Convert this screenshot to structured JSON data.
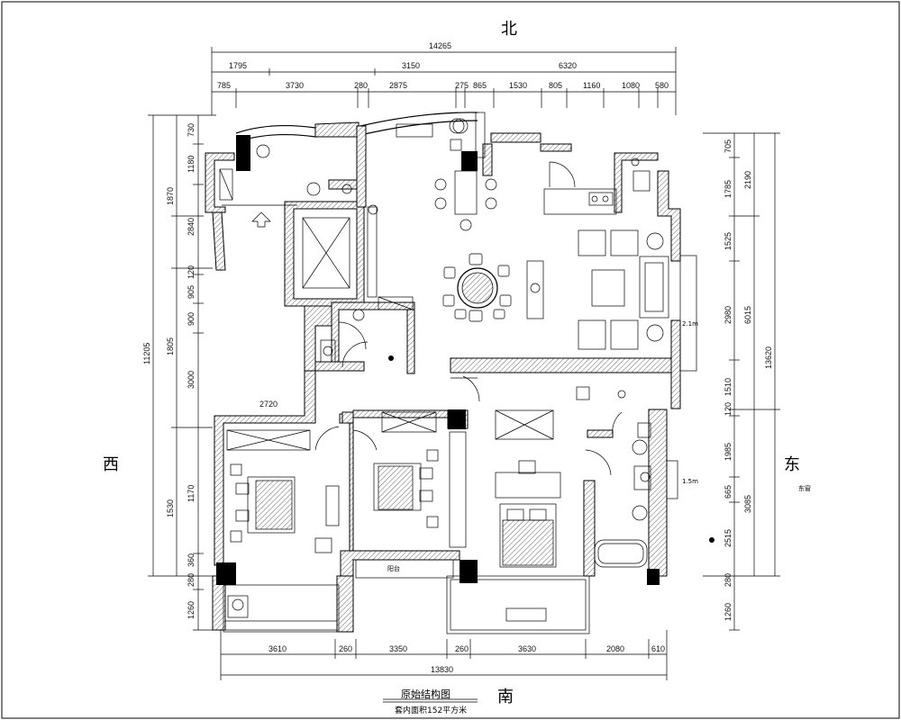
{
  "compass": {
    "north": "北",
    "south": "南",
    "east": "东",
    "west": "西"
  },
  "title": {
    "main": "原始结构图",
    "sub": "套内面积152平方米"
  },
  "balcony_label": "阳台",
  "east_note": "东窗",
  "window_notes": [
    "2.1m",
    "1.5m"
  ],
  "top_dims": {
    "total": "14265",
    "row1": [
      "1795",
      "3150",
      "6320"
    ],
    "row2": [
      "785",
      "3730",
      "280",
      "2875",
      "275",
      "865",
      "1530",
      "805",
      "1160",
      "1080",
      "580"
    ]
  },
  "bottom_dims": {
    "row1": [
      "3610",
      "260",
      "3350",
      "260",
      "3630",
      "2080",
      "610"
    ],
    "total": "13830"
  },
  "left_dims": {
    "outer": "11205",
    "mid": [
      "1870",
      "1805",
      "1530"
    ],
    "inner": [
      "730",
      "1180",
      "2840",
      "120",
      "905",
      "900",
      "3000",
      "1170",
      "360",
      "280",
      "1260"
    ],
    "wall_label": "2720"
  },
  "right_dims": {
    "outer": "13620",
    "mid": [
      "2190",
      "6015",
      "3085"
    ],
    "inner": [
      "705",
      "1785",
      "1525",
      "2980",
      "1510",
      "120",
      "1985",
      "665",
      "2515",
      "280",
      "1260"
    ]
  }
}
